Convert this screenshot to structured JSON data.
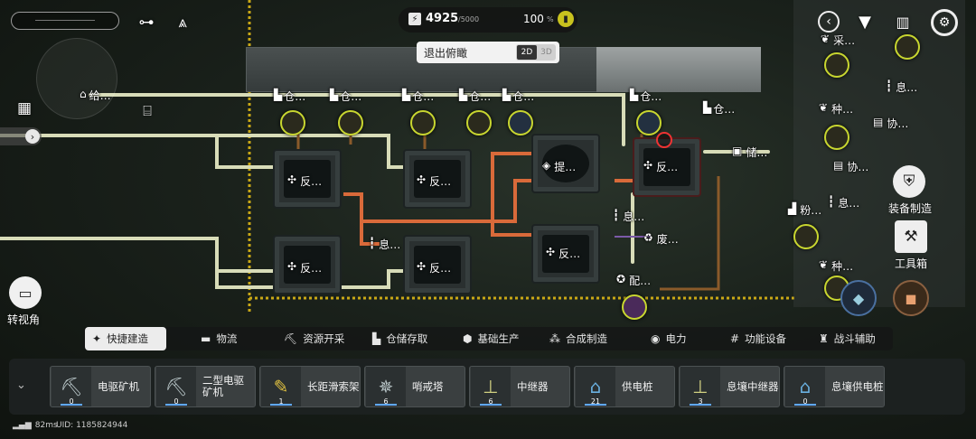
{
  "top_hud": {
    "power_value": "4925",
    "power_max": "/5000",
    "percent_value": "100",
    "percent_sign": "%"
  },
  "toggle_overview": {
    "label": "退出俯瞰",
    "mode_2d": "2D",
    "mode_3d": "3D"
  },
  "left_panel": {
    "rotate_label": "转视角"
  },
  "map_labels": {
    "give": "给…",
    "storage": "仓…",
    "react": "反…",
    "extract": "提…",
    "rest": "息…",
    "waste": "废…",
    "dist": "配…",
    "store2": "储…",
    "pick": "采…",
    "plant": "种…",
    "assist": "协…",
    "powder": "粉…"
  },
  "right_panel": {
    "equip_label": "装备制造",
    "toolbox_label": "工具箱"
  },
  "categories": [
    {
      "label": "快捷建造",
      "icon": "pin-icon"
    },
    {
      "label": "物流",
      "icon": "conveyor-icon"
    },
    {
      "label": "资源开采",
      "icon": "pickaxe-icon"
    },
    {
      "label": "仓储存取",
      "icon": "storage-icon"
    },
    {
      "label": "基础生产",
      "icon": "hex-icon"
    },
    {
      "label": "合成制造",
      "icon": "compose-icon"
    },
    {
      "label": "电力",
      "icon": "power-icon"
    },
    {
      "label": "功能设备",
      "icon": "hash-icon"
    },
    {
      "label": "战斗辅助",
      "icon": "tower-icon"
    }
  ],
  "build_items": [
    {
      "label": "电驱矿机",
      "count": "0"
    },
    {
      "label": "二型电驱矿机",
      "count": "0"
    },
    {
      "label": "长距滑索架",
      "count": "1"
    },
    {
      "label": "哨戒塔",
      "count": "6"
    },
    {
      "label": "中继器",
      "count": "6"
    },
    {
      "label": "供电桩",
      "count": "21"
    },
    {
      "label": "息壤中继器",
      "count": "3"
    },
    {
      "label": "息壤供电桩",
      "count": "0"
    }
  ],
  "status": {
    "ping": "82ms",
    "uid": "UID: 1185824944"
  },
  "colors": {
    "accent_yellow": "#c8d630",
    "pipe_orange": "#d96a3a",
    "conveyor": "#d8dcb8",
    "border_dash": "#d8b818"
  }
}
